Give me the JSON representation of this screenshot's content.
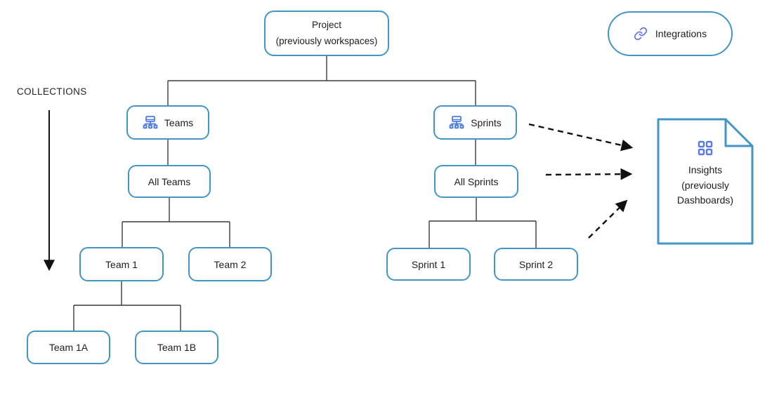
{
  "diagram": {
    "collections_label": "COLLECTIONS",
    "nodes": {
      "project": {
        "line1": "Project",
        "line2": "(previously workspaces)"
      },
      "teams": {
        "label": "Teams"
      },
      "sprints": {
        "label": "Sprints"
      },
      "all_teams": {
        "label": "All Teams"
      },
      "all_sprints": {
        "label": "All Sprints"
      },
      "team1": {
        "label": "Team 1"
      },
      "team2": {
        "label": "Team 2"
      },
      "sprint1": {
        "label": "Sprint 1"
      },
      "sprint2": {
        "label": "Sprint 2"
      },
      "team1a": {
        "label": "Team 1A"
      },
      "team1b": {
        "label": "Team 1B"
      }
    },
    "integrations": {
      "label": "Integrations",
      "icon": "link-icon"
    },
    "insights": {
      "line1": "Insights",
      "line2": "(previously",
      "line3": "Dashboards)",
      "icon": "grid-icon"
    },
    "icons": {
      "teams_sprints": "org-chart-icon",
      "insights": "grid-icon",
      "integrations": "link-icon"
    },
    "colors": {
      "node_border": "#4296C6",
      "org_chart_icon": "#4B7BE5",
      "grid_icon": "#5B78E8",
      "link_icon": "#6B7AEA",
      "connector_line": "#3a3a3a",
      "arrow": "#111111",
      "text": "#1d1d1f",
      "background": "#ffffff"
    }
  }
}
